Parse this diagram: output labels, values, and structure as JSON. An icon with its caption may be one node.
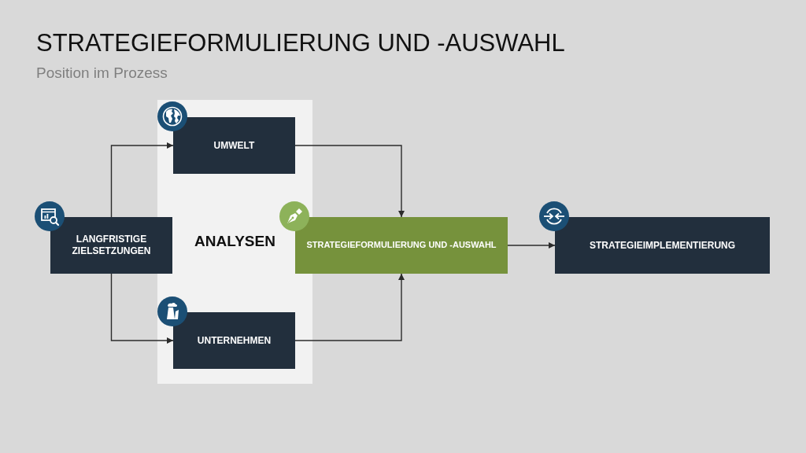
{
  "diagram": {
    "title": "STRATEGIEFORMULIERUNG UND -AUSWAHL",
    "nodes": [
      {
        "text": [
          "LANGFRISTIGE ZIELSETZUNGEN"
        ]
      },
      {
        "text": [
          "ANALYSEN"
        ]
      },
      {
        "text": [
          "UMWELT"
        ],
        "in": 1
      },
      {
        "text": [
          "UNTERNEHMEN"
        ],
        "in": 1
      },
      {
        "text": [
          "STRATEGIEFORMULIERUNG UND -AUSWAHL"
        ]
      },
      {
        "text": [
          "STRATEGIEIMPLEMENTIERUNG"
        ]
      }
    ],
    "edges": [
      {
        "from": 0,
        "to": 2,
        "arrow": "to"
      },
      {
        "from": 0,
        "to": 3,
        "arrow": "to"
      },
      {
        "from": 2,
        "to": 4,
        "arrow": "to"
      },
      {
        "from": 3,
        "to": 4,
        "arrow": "to"
      },
      {
        "from": 4,
        "to": 5,
        "arrow": "to"
      }
    ],
    "labels": [
      "Position im Prozess"
    ]
  }
}
